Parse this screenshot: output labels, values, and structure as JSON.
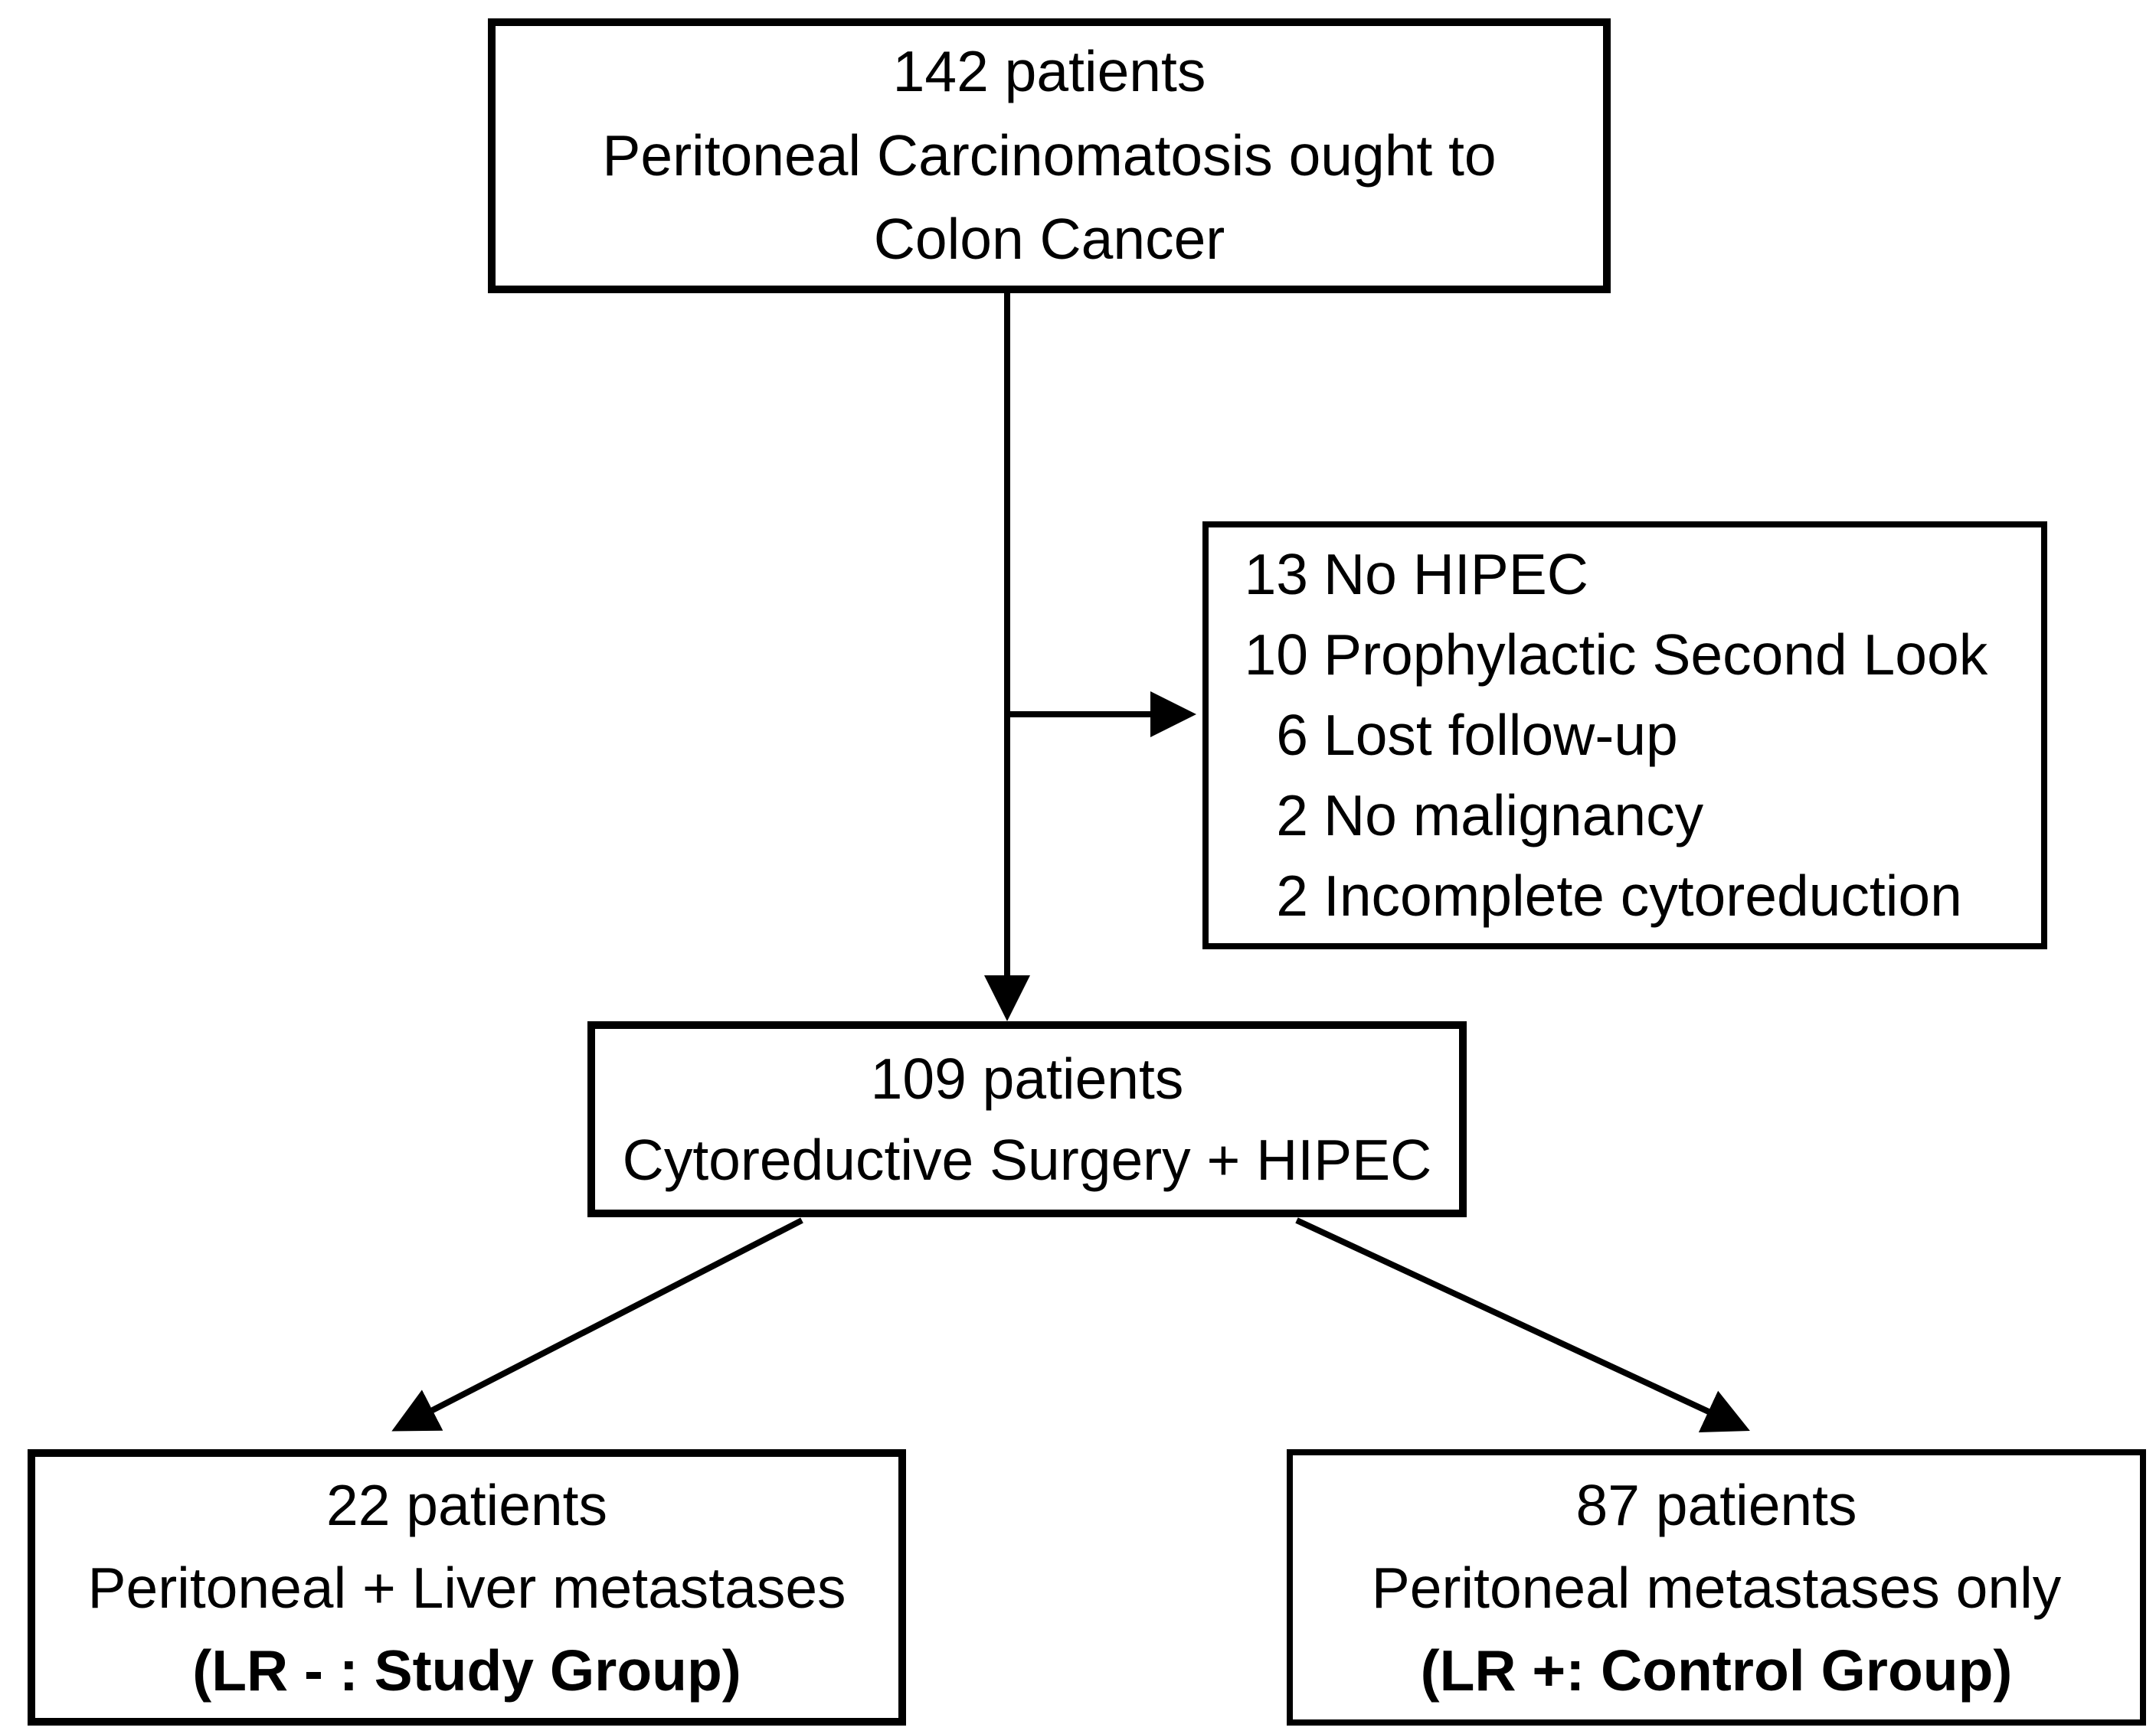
{
  "diagram": {
    "type": "flowchart",
    "background_color": "#ffffff",
    "border_color": "#000000",
    "text_color": "#000000",
    "boxes": {
      "enrollment": {
        "line1": "142 patients",
        "line2": "Peritoneal Carcinomatosis ought to",
        "line3": "Colon Cancer"
      },
      "exclusions": {
        "items": [
          {
            "count": "13",
            "label": "No HIPEC"
          },
          {
            "count": "10",
            "label": "Prophylactic Second Look"
          },
          {
            "count": "6",
            "label": "Lost follow-up"
          },
          {
            "count": "2",
            "label": "No malignancy"
          },
          {
            "count": "2",
            "label": "Incomplete cytoreduction"
          }
        ]
      },
      "treated": {
        "line1": "109 patients",
        "line2": "Cytoreductive Surgery + HIPEC"
      },
      "study_group": {
        "line1": "22 patients",
        "line2": "Peritoneal + Liver metastases",
        "line3": "(LR - : Study Group)"
      },
      "control_group": {
        "line1": "87 patients",
        "line2": "Peritoneal metastases only",
        "line3": "(LR +: Control Group)"
      }
    }
  }
}
